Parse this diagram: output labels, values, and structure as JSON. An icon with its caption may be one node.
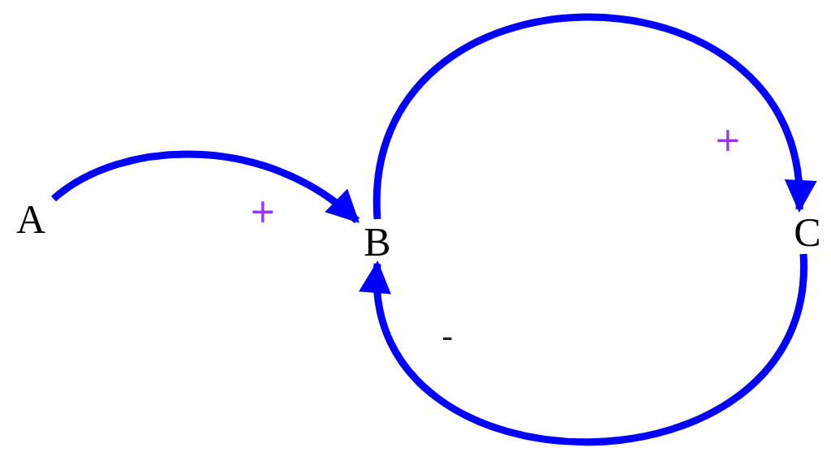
{
  "diagram": {
    "nodes": [
      {
        "text": [
          "A"
        ]
      },
      {
        "text": [
          "B"
        ]
      },
      {
        "text": [
          "C"
        ]
      }
    ],
    "edges": [
      {
        "from": 0,
        "to": 1,
        "arrow": "to",
        "label": "+"
      },
      {
        "from": 1,
        "to": 2,
        "arrow": "to",
        "label": "+"
      },
      {
        "from": 2,
        "to": 1,
        "arrow": "to",
        "label": "-"
      }
    ]
  }
}
